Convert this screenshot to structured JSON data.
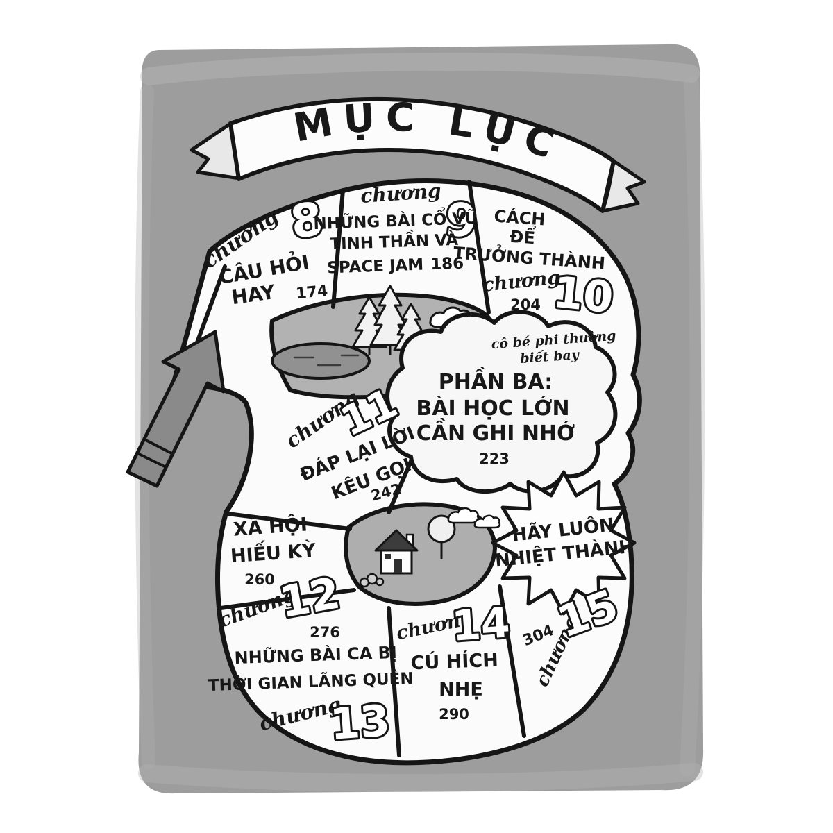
{
  "banner": {
    "title": "MỤC LỤC"
  },
  "part_three": {
    "note_line1": "cô bé phi thường",
    "note_line2": "biết bay",
    "title_line1": "PHẦN BA:",
    "title_line2": "BÀI HỌC LỚN",
    "title_line3": "CẦN GHI NHỚ",
    "page": "223"
  },
  "chapters": [
    {
      "label": "chương",
      "number": "8",
      "line1": "CÂU HỎI",
      "line2": "HAY",
      "page": "174"
    },
    {
      "label": "chương",
      "number": "9",
      "line1": "NHỮNG BÀI CỔ VŨ",
      "line2": "TINH THẦN VÀ",
      "line3": "SPACE JAM",
      "page": "186"
    },
    {
      "label": "chương",
      "number": "10",
      "line1": "CÁCH",
      "line2": "ĐỂ",
      "line3": "TRƯỞNG THÀNH",
      "page": "204"
    },
    {
      "label": "chương",
      "number": "11",
      "line1": "ĐÁP LẠI LỜI",
      "line2": "KÊU GỌI",
      "page": "242"
    },
    {
      "label": "chương",
      "number": "12",
      "line1": "XÃ HỘI",
      "line2": "HIẾU KỲ",
      "page": "260"
    },
    {
      "label": "chương",
      "number": "13",
      "line1": "NHỮNG BÀI CA BỊ",
      "line2": "THỜI GIAN LÃNG QUÊN",
      "page": "276"
    },
    {
      "label": "chương",
      "number": "14",
      "line1": "CÚ HÍCH",
      "line2": "NHẸ",
      "page": "290"
    },
    {
      "label": "chương",
      "number": "15",
      "page": "304"
    }
  ],
  "starburst": {
    "line1": "HÃY LUÔN",
    "line2": "NHIỆT THÀNH"
  },
  "colors": {
    "ink": "#151515",
    "paper": "#ffffff",
    "wash": "#9d9d9d",
    "band": "#fbfbfb",
    "scenery": "#b2b2b2"
  }
}
